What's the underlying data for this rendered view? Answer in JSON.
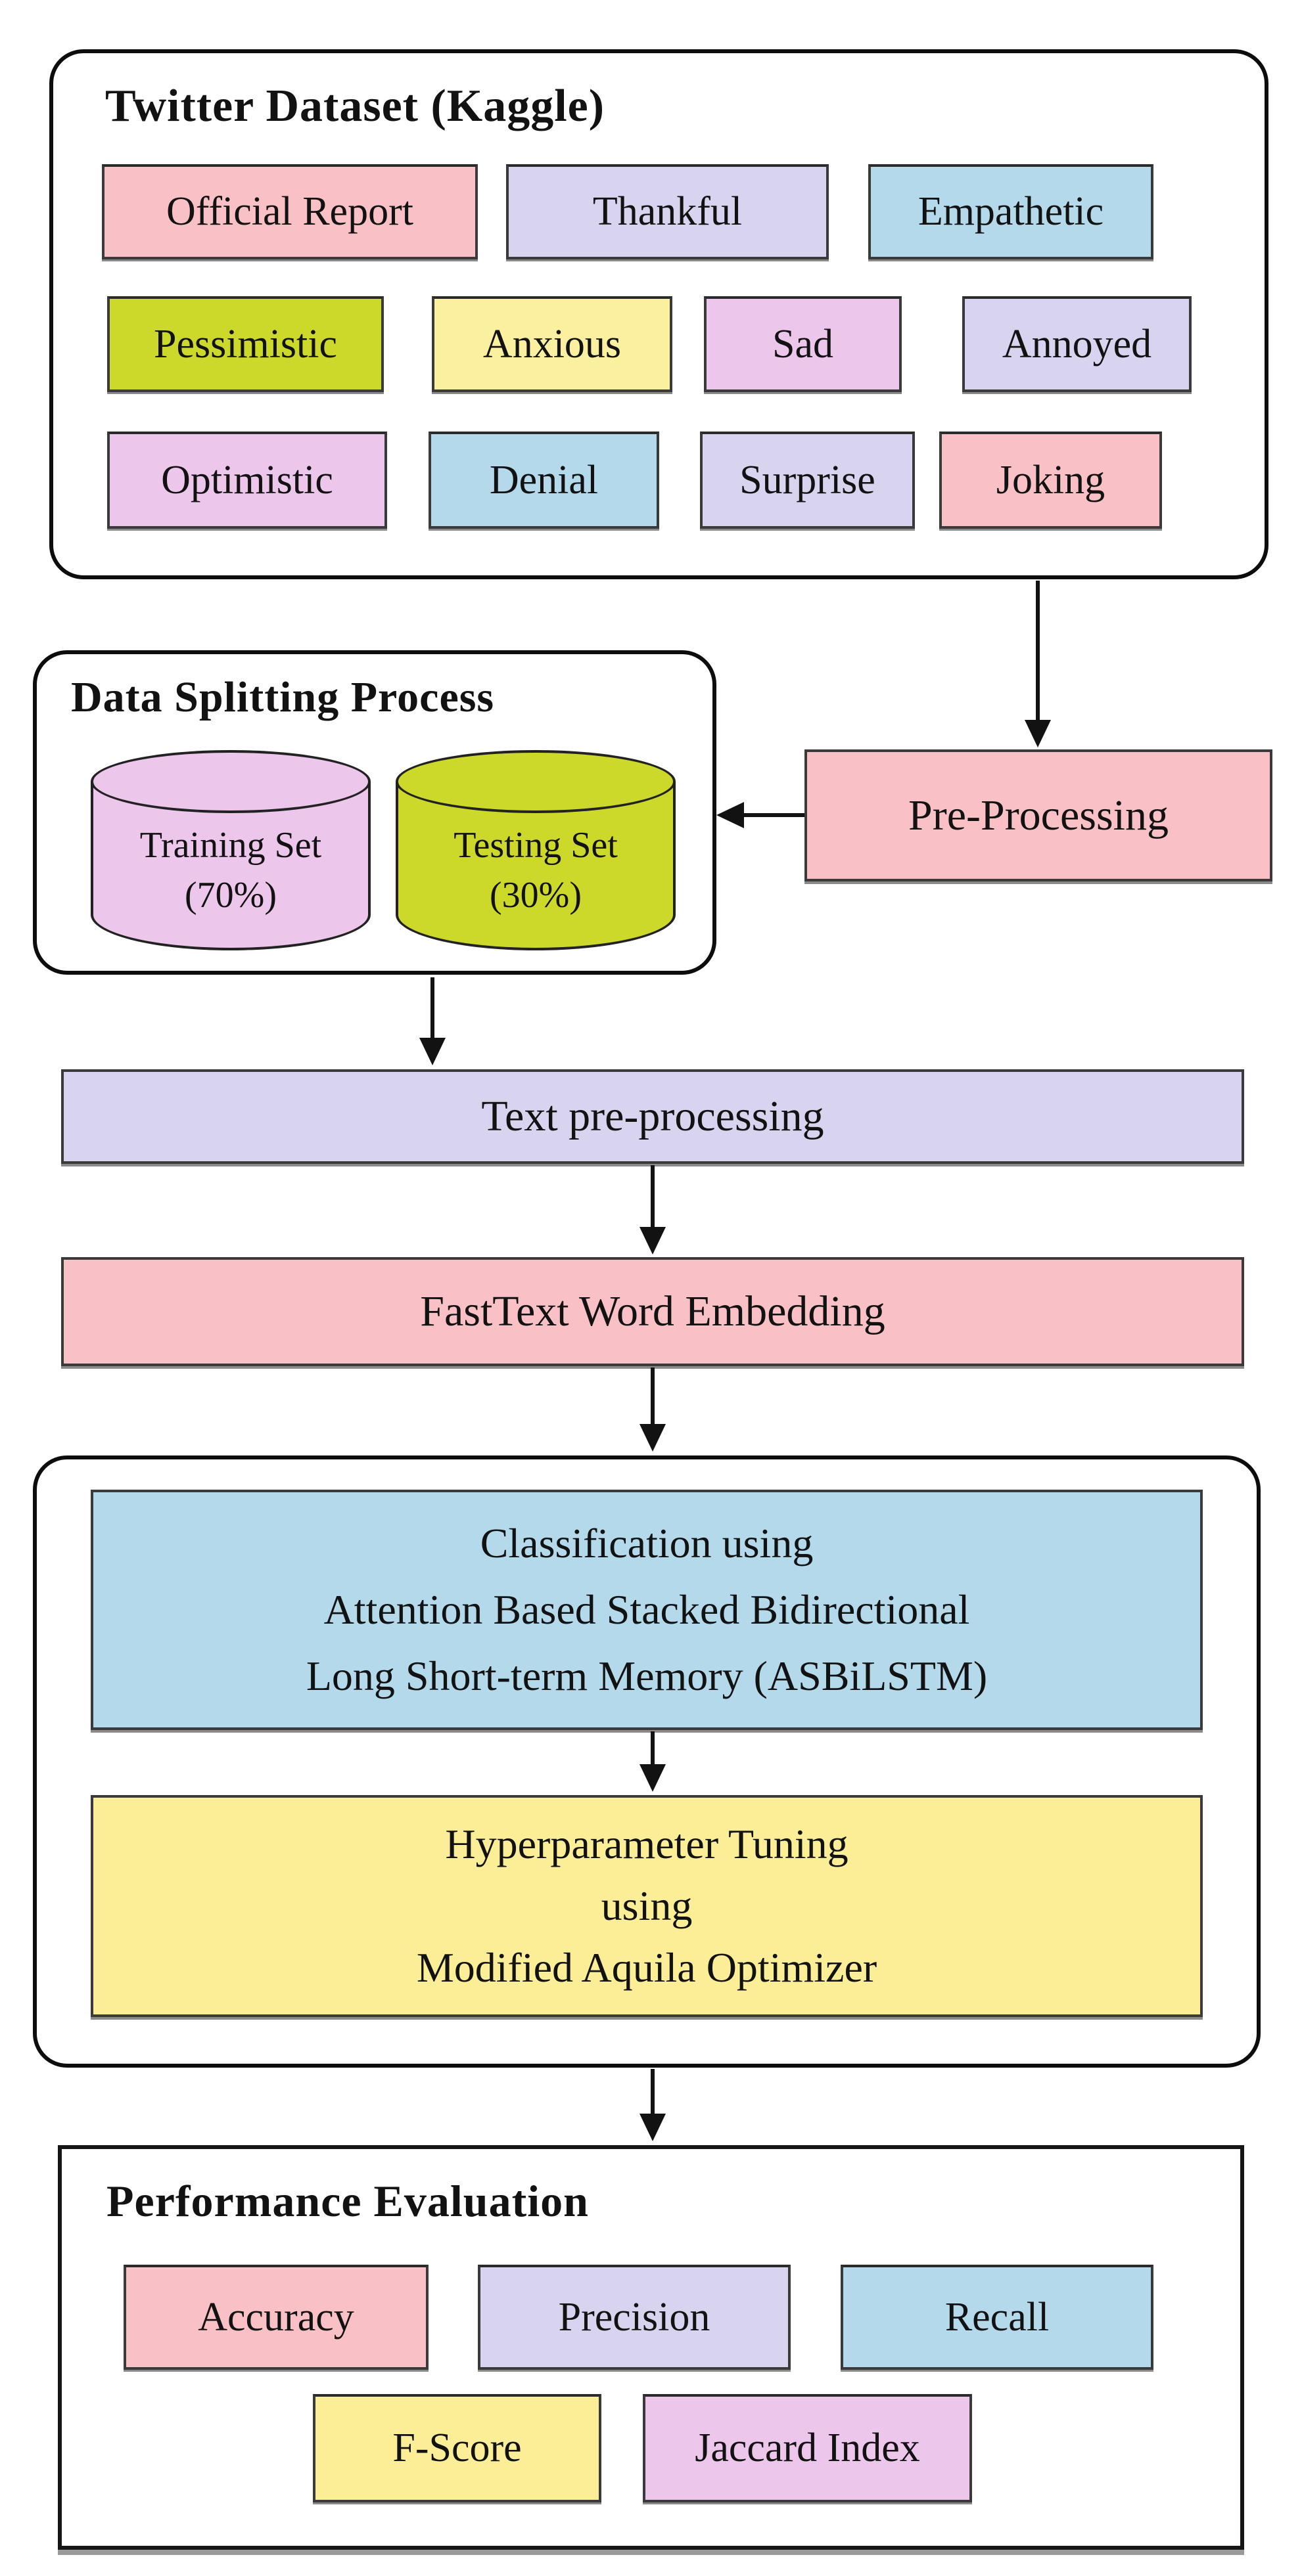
{
  "palette": {
    "pink": "#f9c1c5",
    "lavender": "#d8d3ee",
    "blue": "#b3d9ea",
    "green": "#ccd92b",
    "pale_yellow": "#faf0a0",
    "yellow": "#fbee96",
    "violet": "#edc6eb",
    "border": "#3a3a3a",
    "line": "#121212"
  },
  "dataset_panel": {
    "title": "Twitter Dataset (Kaggle)",
    "items": [
      {
        "label": "Official Report",
        "color": "pink"
      },
      {
        "label": "Thankful",
        "color": "lavender"
      },
      {
        "label": "Empathetic",
        "color": "blue"
      },
      {
        "label": "Pessimistic",
        "color": "green"
      },
      {
        "label": "Anxious",
        "color": "pale_yellow"
      },
      {
        "label": "Sad",
        "color": "violet"
      },
      {
        "label": "Annoyed",
        "color": "lavender"
      },
      {
        "label": "Optimistic",
        "color": "violet"
      },
      {
        "label": "Denial",
        "color": "blue"
      },
      {
        "label": "Surprise",
        "color": "lavender"
      },
      {
        "label": "Joking",
        "color": "pink"
      }
    ]
  },
  "splitting_panel": {
    "title": "Data Splitting Process",
    "cylinders": [
      {
        "label": "Training Set",
        "share": "(70%)",
        "color": "violet"
      },
      {
        "label": "Testing Set",
        "share": "(30%)",
        "color": "green"
      }
    ]
  },
  "process": {
    "pre_processing": "Pre-Processing",
    "text_pre_processing": "Text pre-processing",
    "fasttext": "FastText Word Embedding",
    "classification_lines": [
      "Classification using",
      "Attention Based Stacked Bidirectional",
      "Long Short-term Memory (ASBiLSTM)"
    ],
    "tuning_lines": [
      "Hyperparameter Tuning",
      "using",
      "Modified Aquila Optimizer"
    ]
  },
  "evaluation_panel": {
    "title": "Performance Evaluation",
    "metrics": [
      {
        "label": "Accuracy",
        "color": "pink"
      },
      {
        "label": "Precision",
        "color": "lavender"
      },
      {
        "label": "Recall",
        "color": "blue"
      },
      {
        "label": "F-Score",
        "color": "yellow"
      },
      {
        "label": "Jaccard Index",
        "color": "violet"
      }
    ]
  }
}
